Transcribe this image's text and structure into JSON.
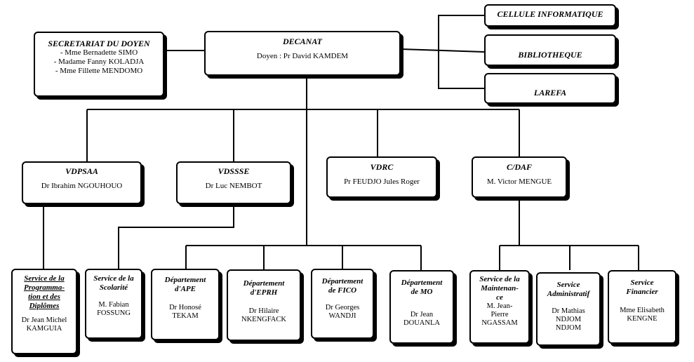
{
  "secretariat": {
    "title": "SECRETARIAT DU DOYEN",
    "members": [
      "- Mme Bernadette SIMO",
      "- Madame Fanny KOLADJA",
      "- Mme Fillette MENDOMO"
    ]
  },
  "decanat": {
    "title": "DECANAT",
    "person": "Doyen : Pr David KAMDEM"
  },
  "cellule_informatique": {
    "title": "CELLULE INFORMATIQUE"
  },
  "bibliotheque": {
    "title": "BIBLIOTHEQUE"
  },
  "larefa": {
    "title": "LAREFA"
  },
  "vdpsaa": {
    "title": "VDPSAA",
    "person": "Dr Ibrahim NGOUHOUO"
  },
  "vdssse": {
    "title": "VDSSSE",
    "person": "Dr Luc NEMBOT"
  },
  "vdrc": {
    "title": "VDRC",
    "person": "Pr FEUDJO Jules Roger"
  },
  "cdaf": {
    "title": "C/DAF",
    "person": "M. Victor MENGUE"
  },
  "service_programmation": {
    "title_lines": [
      "Service de la",
      "Programma-",
      "tion et des",
      "Diplômes"
    ],
    "person_lines": [
      "Dr Jean Michel",
      "KAMGUIA"
    ]
  },
  "service_scolarite": {
    "title_lines": [
      "Service de la",
      "Scolarité"
    ],
    "person_lines": [
      "M. Fabian",
      "FOSSUNG"
    ]
  },
  "dept_ape": {
    "title_lines": [
      "Département",
      "d'APE"
    ],
    "person_lines": [
      "Dr Honosé",
      "TEKAM"
    ]
  },
  "dept_eprh": {
    "title_lines": [
      "Département",
      "d'EPRH"
    ],
    "person_lines": [
      "Dr Hilaire",
      "NKENGFACK"
    ]
  },
  "dept_fico": {
    "title_lines": [
      "Département",
      "de FICO"
    ],
    "person_lines": [
      "Dr Georges",
      "WANDJI"
    ]
  },
  "dept_mo": {
    "title_lines": [
      "Département",
      "de MO"
    ],
    "person_lines": [
      "Dr Jean",
      "DOUANLA"
    ]
  },
  "service_maintenance": {
    "title_lines": [
      "Service de la",
      "Maintenan-",
      "ce"
    ],
    "person_lines": [
      "M. Jean-",
      "Pierre",
      "NGASSAM"
    ]
  },
  "service_administratif": {
    "title_lines": [
      "Service",
      "Administratif"
    ],
    "person_lines": [
      "Dr Mathias",
      "NDJOM",
      "NDJOM"
    ]
  },
  "service_financier": {
    "title_lines": [
      "Service",
      "Financier"
    ],
    "person_lines": [
      "Mme Elisabeth",
      "KENGNE"
    ]
  }
}
